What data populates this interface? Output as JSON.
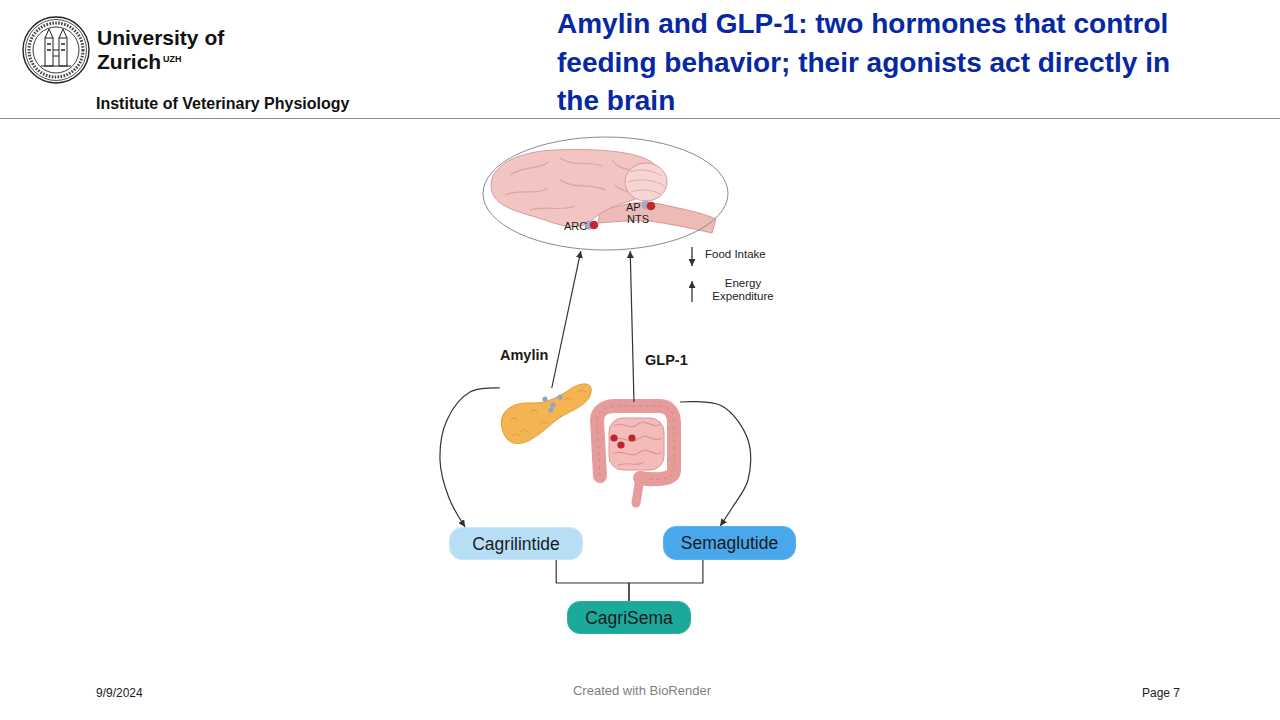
{
  "diagram": {
    "title": "Amylin and GLP-1: two hormones that control feeding behavior; their agonists act directly in the brain",
    "nodes": [
      {
        "text": [
          "AP",
          "NTS",
          "ARC"
        ]
      },
      {
        "text": [
          "Amylin"
        ]
      },
      {
        "text": [
          "GLP-1"
        ]
      },
      {
        "text": [
          "Cagrilintide"
        ]
      },
      {
        "text": [
          "Semaglutide"
        ]
      },
      {
        "text": [
          "CagriSema"
        ]
      }
    ],
    "edges": [
      {
        "from": 1,
        "to": 0,
        "arrow": "to"
      },
      {
        "from": 2,
        "to": 0,
        "arrow": "to"
      },
      {
        "from": 1,
        "to": 3,
        "arrow": "to"
      },
      {
        "from": 2,
        "to": 4,
        "arrow": "to"
      },
      {
        "from": 3,
        "to": 5,
        "arrow": "none"
      },
      {
        "from": 4,
        "to": 5,
        "arrow": "none"
      }
    ],
    "labels": [
      "University of Zurich",
      "UZH",
      "Institute of Veterinary Physiology",
      "Food Intake",
      "Energy Expenditure",
      "9/9/2024",
      "Created with BioRender",
      "Page 7"
    ]
  }
}
